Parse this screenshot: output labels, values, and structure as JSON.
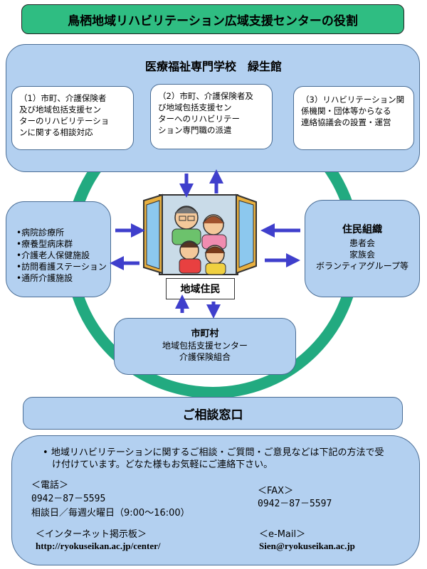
{
  "title": "鳥栖地域リハビリテーション広域支援センターの役割",
  "school": {
    "name": "医療福祉専門学校　緑生館",
    "roles": [
      [
        "（1）市町、介護保険者",
        "及び地域包括支援セン",
        "ターのリハビリテーショ",
        "ンに関する相談対応"
      ],
      [
        "（2）市町、介護保険者及",
        "び地域包括支援セン",
        "ターへのリハビリテー",
        "ション専門職の派遣"
      ],
      [
        "（3）リハビリテーション関",
        "係機関・団体等からなる",
        "連絡協議会の設置・運営"
      ]
    ]
  },
  "left_box": {
    "items": [
      "病院診療所",
      "療養型病床群",
      "介護老人保健施設",
      "訪問看護ステーション",
      "通所介護施設"
    ]
  },
  "right_box": {
    "title": "住民組織",
    "items": [
      "患者会",
      "家族会",
      "ボランティアグループ等"
    ]
  },
  "bottom_box": {
    "title": "市町村",
    "items": [
      "地域包括支援センター",
      "介護保険組合"
    ]
  },
  "center_label": "地域住民",
  "consult": {
    "title": "ご相談窓口",
    "intro_line1": "地域リハビリテーションに関するご相談・ご質問・ご意見などは下記の方法で受",
    "intro_line2": "け付けています。どなた様もお気軽にご連絡下さい。",
    "phone_label": "＜電話＞",
    "phone": "0942－87－5595",
    "hours": "相談日／毎週火曜日（9:00～16:00）",
    "fax_label": "＜FAX＞",
    "fax": "0942－87－5597",
    "web_label": "＜インターネット掲示板＞",
    "web": "http://ryokuseikan.ac.jp/center/",
    "email_label": "＜e-Mail＞",
    "email": "Sien@ryokuseikan.ac.jp"
  },
  "colors": {
    "green": "#2fbd82",
    "blue_box": "#b3d0f0",
    "arrow": "#3f3fcc",
    "ring": "#22aa80"
  }
}
